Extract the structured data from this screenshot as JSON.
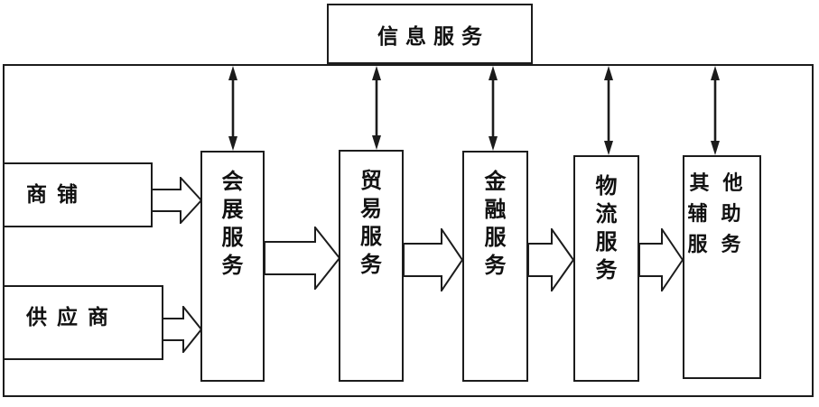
{
  "diagram": {
    "title_box": {
      "label": "信息服务"
    },
    "left_boxes": [
      {
        "label": "商铺"
      },
      {
        "label": "供应商"
      }
    ],
    "service_boxes": [
      {
        "label": "会展服务"
      },
      {
        "label": "贸易服务"
      },
      {
        "label": "金融服务"
      },
      {
        "label": "物流服务"
      },
      {
        "label": "其他辅助服务"
      }
    ],
    "colors": {
      "line": "#1c1c1c",
      "background": "#ffffff",
      "text": "#111111"
    }
  }
}
